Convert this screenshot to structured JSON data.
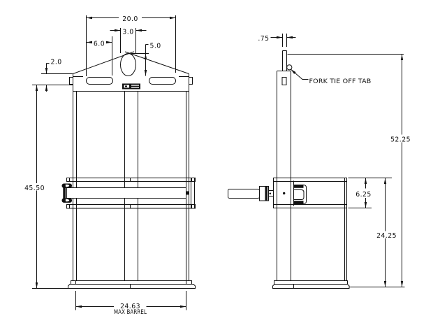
{
  "front_view": {
    "dim_top_width": "20.0",
    "dim_hole_width": "3.0",
    "dim_slot_width": "6.0",
    "dim_hole_height": "5.0",
    "dim_plate_lip": "2.0",
    "dim_frame_height": "45.50",
    "dim_barrel_width": "24.63",
    "dim_barrel_note": "MAX BARREL"
  },
  "side_view": {
    "dim_tab_thickness": ".75",
    "fork_tab_label": "FORK TIE OFF TAB",
    "dim_overall_height": "52.25",
    "dim_band_height": "6.25",
    "dim_band_elevation": "24.25"
  },
  "colors": {
    "line": "#111111",
    "background": "#ffffff"
  }
}
